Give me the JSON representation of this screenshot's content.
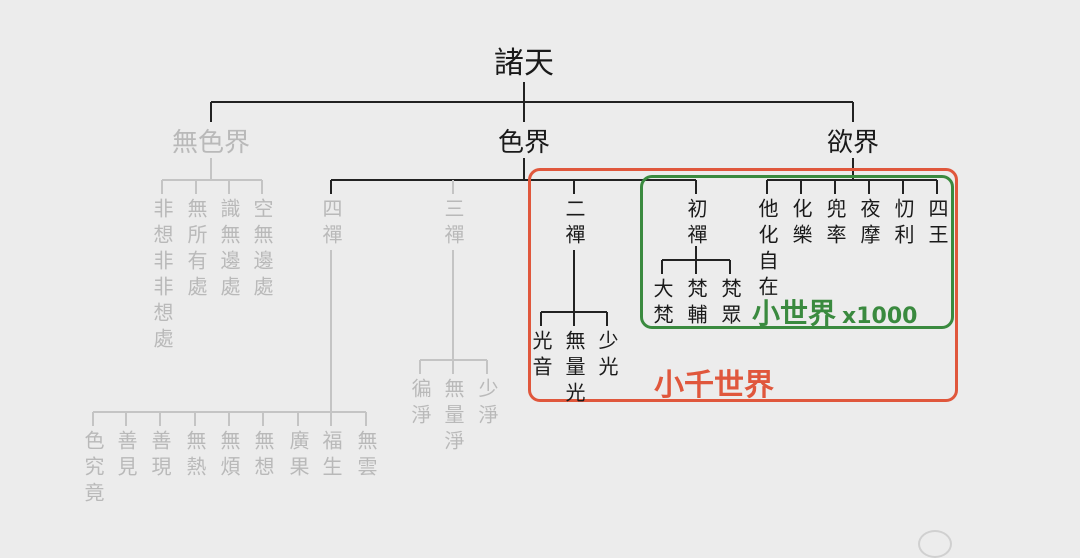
{
  "diagram": {
    "root": "諸天",
    "realms": {
      "formless": "無色界",
      "form": "色界",
      "desire": "欲界"
    },
    "formless_heavens": [
      "非想非非想處",
      "無所有處",
      "識無邊處",
      "空無邊處"
    ],
    "form_dhyana": {
      "fourth": "四禪",
      "third": "三禪",
      "second": "二禪",
      "first": "初禪"
    },
    "fourth_dhyana_heavens": [
      "色究竟",
      "善見",
      "善現",
      "無熱",
      "無煩",
      "無想",
      "廣果",
      "福生",
      "無雲"
    ],
    "third_dhyana_heavens": [
      "徧淨",
      "無量淨",
      "少淨"
    ],
    "second_dhyana_heavens": [
      "光音",
      "無量光",
      "少光"
    ],
    "first_dhyana_heavens": [
      "大梵",
      "梵輔",
      "梵眾"
    ],
    "desire_heavens": [
      "他化自在",
      "化樂",
      "兜率",
      "夜摩",
      "忉利",
      "四王"
    ],
    "labels": {
      "small_world": "小世界",
      "small_world_multiplier": "x1000",
      "small_chiliocosm": "小千世界"
    }
  }
}
